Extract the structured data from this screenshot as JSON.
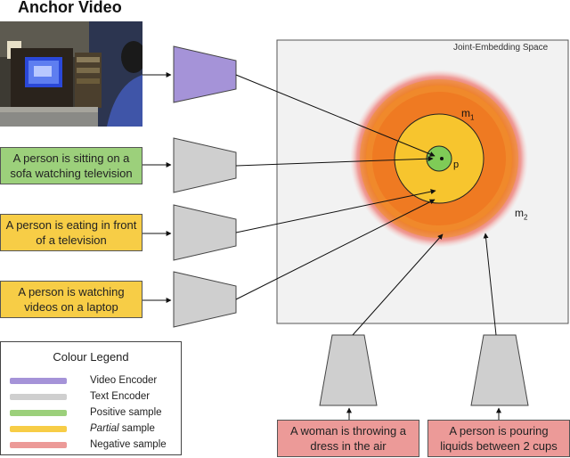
{
  "title": "Anchor Video",
  "space_label": "Joint-Embedding Space",
  "captions": {
    "positive": "A person is sitting on a sofa watching television",
    "partial1": "A person is eating in front of a television",
    "partial2": "A person is watching videos on a laptop",
    "negative1": "A woman is throwing a dress in the air",
    "negative2": "A person is pouring liquids between 2 cups"
  },
  "margins": {
    "m1": {
      "base": "m",
      "sub": "1"
    },
    "m2": {
      "base": "m",
      "sub": "2"
    },
    "p": "p"
  },
  "legend": {
    "title": "Colour Legend",
    "items": [
      {
        "label": "Video Encoder",
        "color": "#a593d8"
      },
      {
        "label": "Text Encoder",
        "color": "#cfcfcf"
      },
      {
        "label": "Positive sample",
        "color": "#9cd07b"
      },
      {
        "label_italic": "Partial",
        "label_rest": " sample",
        "color": "#f7cd46"
      },
      {
        "label": "Negative sample",
        "color": "#ec9a98"
      }
    ]
  },
  "colors": {
    "video_encoder": "#a593d8",
    "text_encoder": "#cfcfcf",
    "positive": "#9cd07b",
    "partial": "#f7cd46",
    "negative": "#ec9a98"
  }
}
